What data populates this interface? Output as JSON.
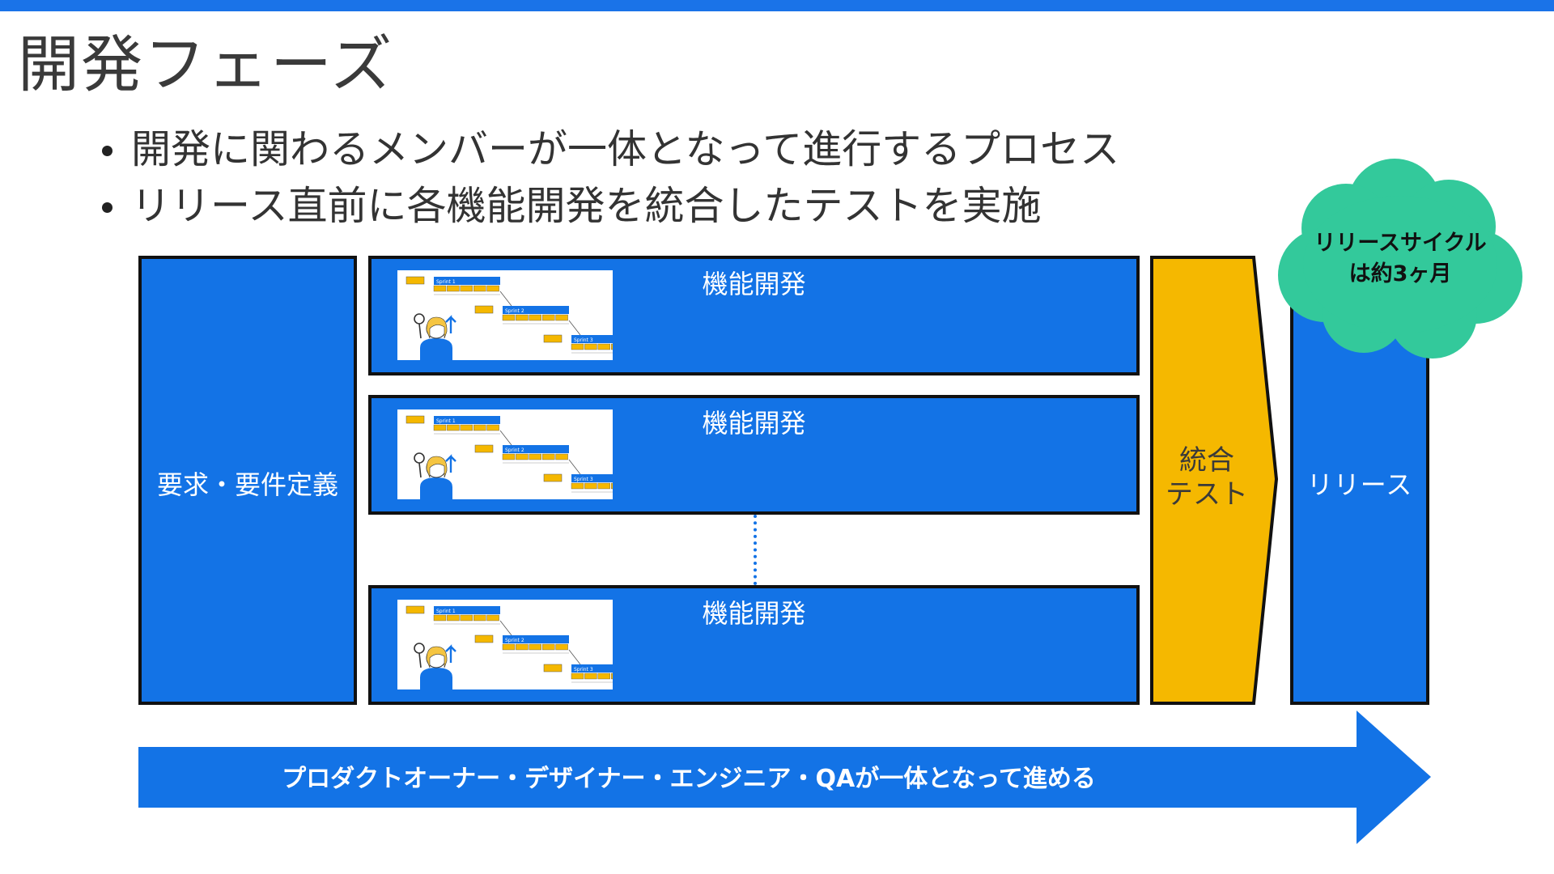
{
  "slide": {
    "title": "開発フェーズ",
    "bullets": [
      "開発に関わるメンバーが一体となって進行するプロセス",
      "リリース直前に各機能開発を統合したテストを実施"
    ]
  },
  "diagram": {
    "requirements_label": "要求・要件定義",
    "dev_blocks": [
      {
        "label": "機能開発"
      },
      {
        "label": "機能開発"
      },
      {
        "label": "機能開発"
      }
    ],
    "sprint_thumbnail": {
      "sprints": [
        "Sprint 1",
        "Sprint 2",
        "Sprint 3"
      ]
    },
    "integration_test": {
      "line1": "統合",
      "line2": "テスト"
    },
    "release_label": "リリース",
    "cycle_note": {
      "line1": "リリースサイクル",
      "line2": "は約3ヶ月"
    },
    "bottom_arrow_label": "プロダクトオーナー・デザイナー・エンジニア・QAが一体となって進める"
  },
  "colors": {
    "accent": "#1a73e8",
    "box_blue": "#1373e6",
    "integration_yellow": "#f5b800",
    "cloud_green": "#33c99b",
    "text_dark": "#333333"
  }
}
